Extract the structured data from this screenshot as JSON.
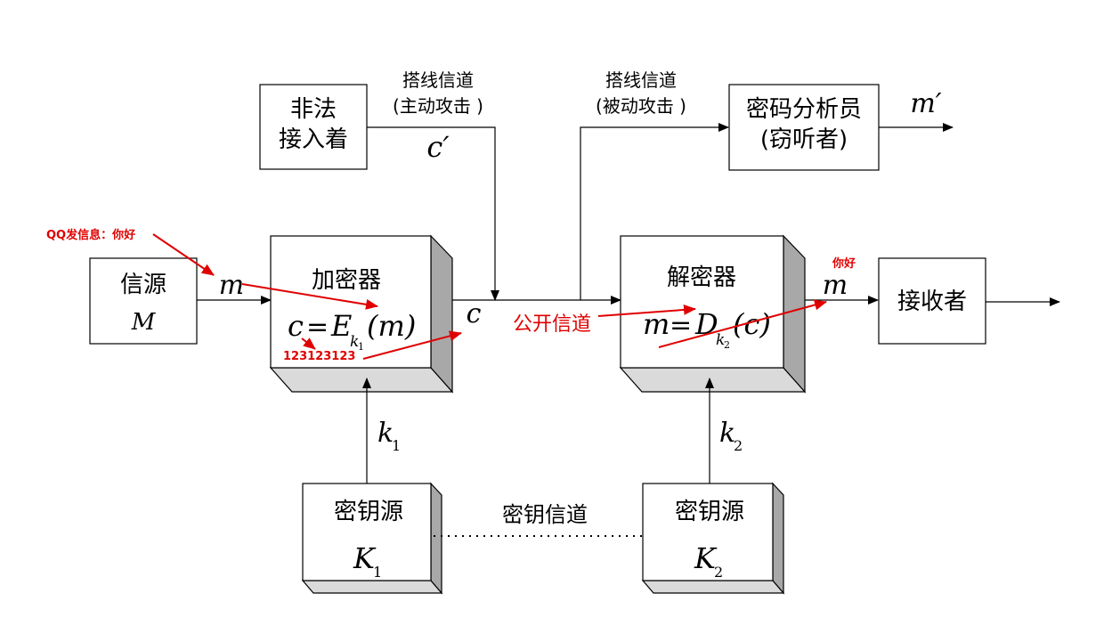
{
  "illegal_intruder": {
    "line1": "非法",
    "line2": "接入着"
  },
  "wiretap_active": {
    "title": "搭线信道",
    "mode": "(主动攻击 )",
    "symbol": "c′"
  },
  "wiretap_passive": {
    "title": "搭线信道",
    "mode": "(被动攻击 )"
  },
  "cryptanalyst": {
    "line1": "密码分析员",
    "line2": "(窃听者)",
    "output": "m′"
  },
  "source": {
    "line1": "信源",
    "line2": "M"
  },
  "message_in": "m",
  "encryptor": {
    "title": "加密器",
    "lhs": "c",
    "eq": "=",
    "func": "E",
    "key_sub": "k",
    "key_sub_index": "1",
    "arg": "(m)"
  },
  "ciphertext": "c",
  "public_channel": "公开信道",
  "decryptor": {
    "title": "解密器",
    "lhs": "m",
    "eq": "=",
    "func": "D",
    "key_sub": "k",
    "key_sub_index": "2",
    "arg": "(c)"
  },
  "message_out": "m",
  "receiver": "接收者",
  "key1": {
    "k": "k",
    "index": "1"
  },
  "key2": {
    "k": "k",
    "index": "2"
  },
  "keysource1": {
    "line1": "密钥源",
    "K": "K",
    "index": "1"
  },
  "keysource2": {
    "line1": "密钥源",
    "K": "K",
    "index": "2"
  },
  "key_channel": "密钥信道",
  "annotations": {
    "qq_message": "QQ发信息：你好",
    "cipher_value": "123123123",
    "hello_out": "你好"
  },
  "colors": {
    "annotation": "#e00000",
    "box_shade_top": "#e0e0e0",
    "box_shade_side": "#a8a8a8"
  }
}
